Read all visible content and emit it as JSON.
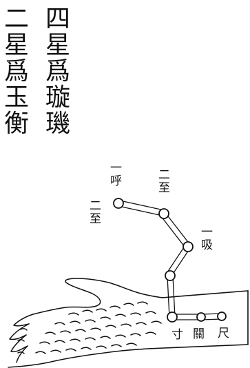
{
  "title": {
    "right_column": [
      "四",
      "星",
      "爲",
      "璇",
      "璣"
    ],
    "left_column": [
      "二",
      "星",
      "爲",
      "玉",
      "衡"
    ]
  },
  "diagram": {
    "labels": {
      "hu": [
        "一",
        "呼"
      ],
      "zhi_top": [
        "二",
        "至"
      ],
      "zhi_left": [
        "二",
        "至"
      ],
      "xi": [
        "一",
        "吸"
      ],
      "cun": "寸",
      "guan": "關",
      "chi": "尺"
    }
  }
}
